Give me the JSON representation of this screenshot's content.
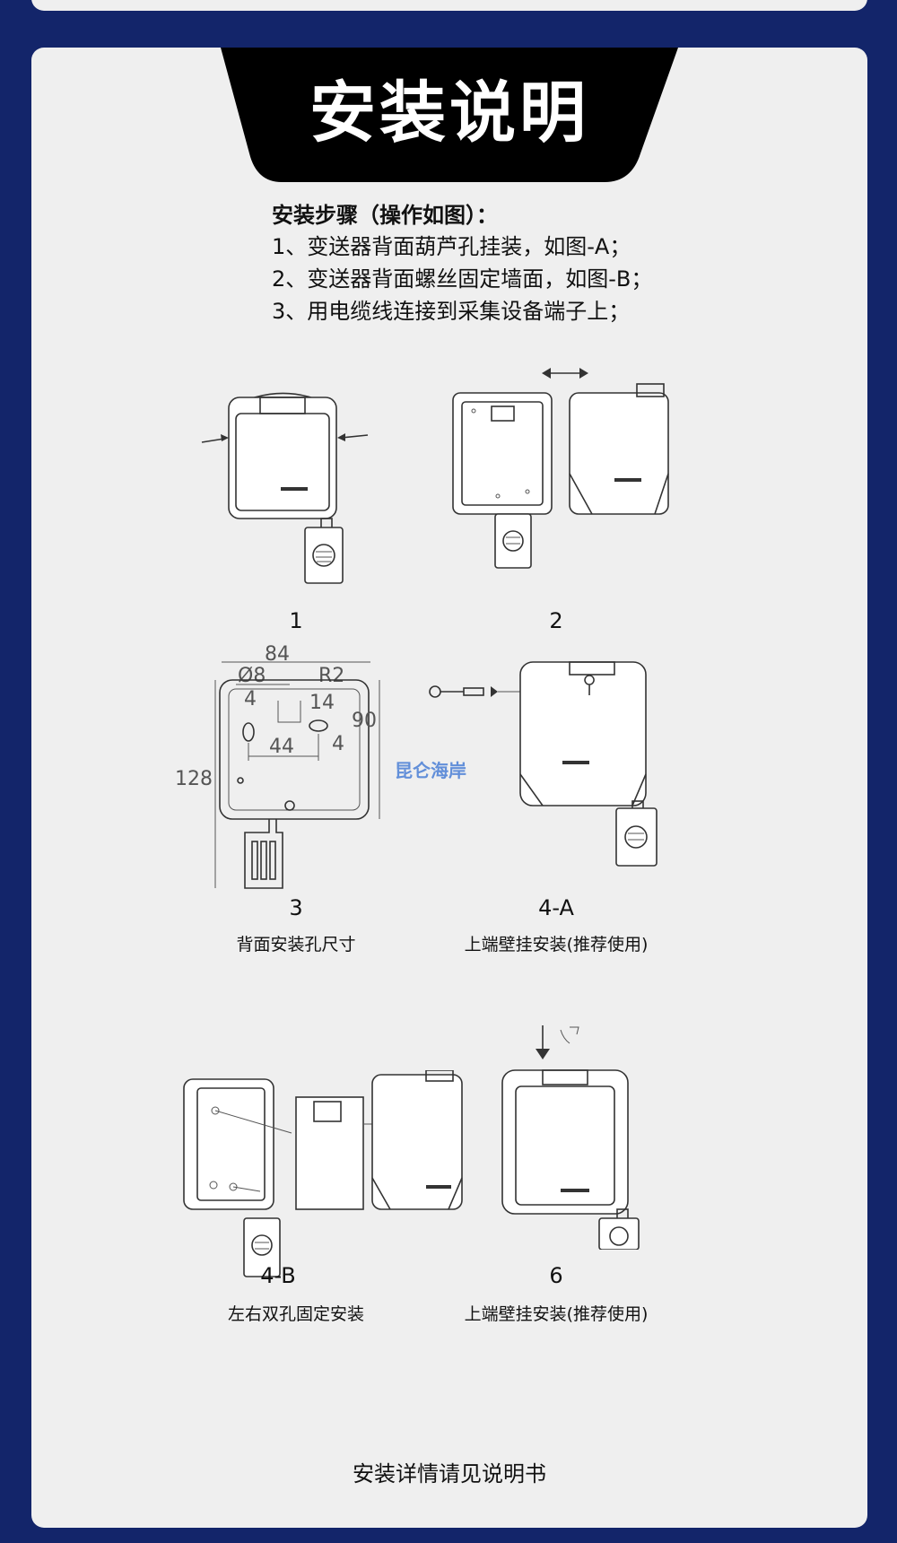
{
  "title": "安装说明",
  "steps": {
    "heading": "安装步骤（操作如图）：",
    "lines": [
      "1、变送器背面葫芦孔挂装，如图-A；",
      "2、变送器背面螺丝固定墙面，如图-B；",
      "3、用电缆线连接到采集设备端子上；"
    ]
  },
  "figures": [
    {
      "label": "1",
      "caption": ""
    },
    {
      "label": "2",
      "caption": ""
    },
    {
      "label": "3",
      "caption": "背面安装孔尺寸"
    },
    {
      "label": "4-A",
      "caption": "上端壁挂安装(推荐使用)"
    },
    {
      "label": "4-B",
      "caption": "左右双孔固定安装"
    },
    {
      "label": "6",
      "caption": "上端壁挂安装(推荐使用)"
    }
  ],
  "dimensions": {
    "width": "84",
    "hole_dia": "Ø8",
    "radius": "R2",
    "d4_left": "4",
    "d14": "14",
    "d44": "44",
    "d4_right": "4",
    "d90": "90",
    "d128": "128"
  },
  "watermark": "昆仑海岸",
  "footer": "安装详情请见说明书",
  "colors": {
    "background": "#13256a",
    "card": "#efefef",
    "banner": "#000000",
    "title_text": "#ffffff"
  }
}
